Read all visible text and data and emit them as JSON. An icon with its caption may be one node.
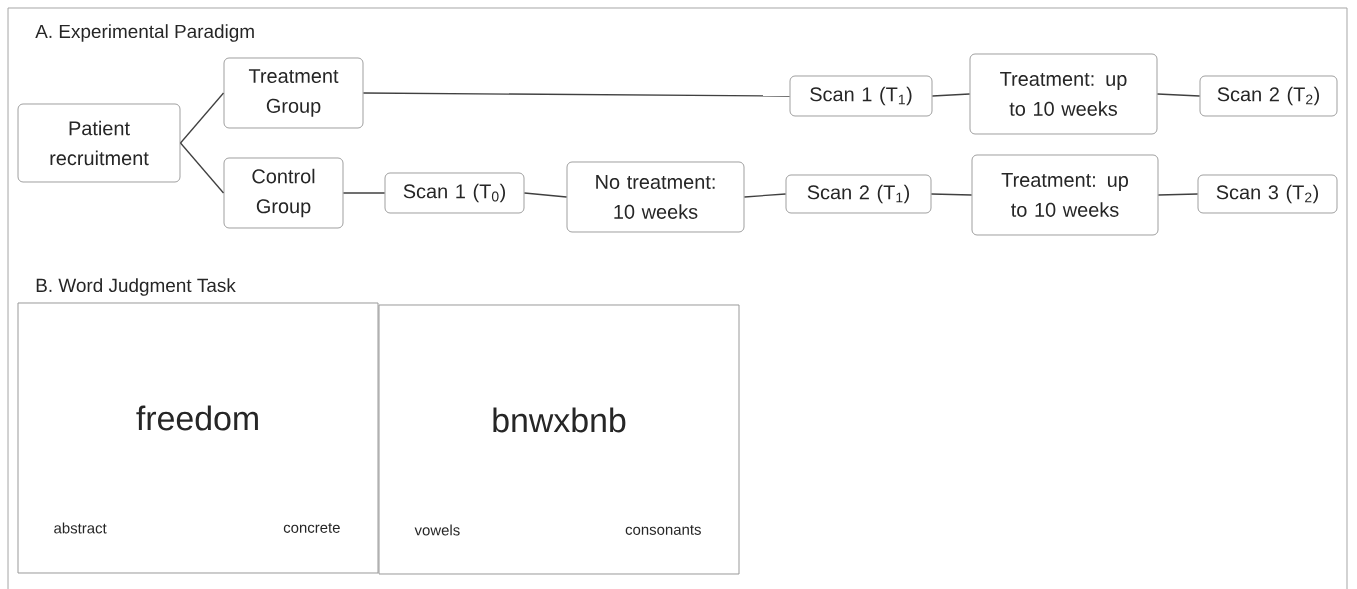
{
  "diagram": {
    "nodes": [
      {
        "text": [
          "Patient recruitment"
        ]
      },
      {
        "text": [
          "Treatment Group"
        ]
      },
      {
        "text": [
          "Control Group"
        ]
      },
      {
        "text": [
          "Scan 1 (T$_{1}$)"
        ]
      },
      {
        "text": [
          "Treatment: up to 10 weeks"
        ]
      },
      {
        "text": [
          "Scan 2 (T$_{2}$)"
        ]
      },
      {
        "text": [
          "Scan 1 (T$_{0}$)"
        ]
      },
      {
        "text": [
          "No treatment: 10 weeks"
        ]
      },
      {
        "text": [
          "Scan 2 (T$_{1}$)"
        ]
      },
      {
        "text": [
          "Treatment: up to 10 weeks"
        ]
      },
      {
        "text": [
          "Scan 3 (T$_{2}$)"
        ]
      },
      {
        "text": [
          "freedom",
          "abstract",
          "concrete"
        ]
      },
      {
        "text": [
          "bnwxbnb",
          "vowels",
          "consonants"
        ]
      }
    ],
    "edges": [
      {
        "from": 0,
        "to": 1,
        "arrow": "none"
      },
      {
        "from": 0,
        "to": 2,
        "arrow": "none"
      },
      {
        "from": 1,
        "to": 3,
        "arrow": "none"
      },
      {
        "from": 3,
        "to": 4,
        "arrow": "none"
      },
      {
        "from": 4,
        "to": 5,
        "arrow": "none"
      },
      {
        "from": 2,
        "to": 6,
        "arrow": "none"
      },
      {
        "from": 6,
        "to": 7,
        "arrow": "none"
      },
      {
        "from": 7,
        "to": 8,
        "arrow": "none"
      },
      {
        "from": 8,
        "to": 9,
        "arrow": "none"
      },
      {
        "from": 9,
        "to": 10,
        "arrow": "none"
      }
    ],
    "labels": [
      "A. Experimental Paradigm",
      "B. Word Judgment Task"
    ]
  }
}
